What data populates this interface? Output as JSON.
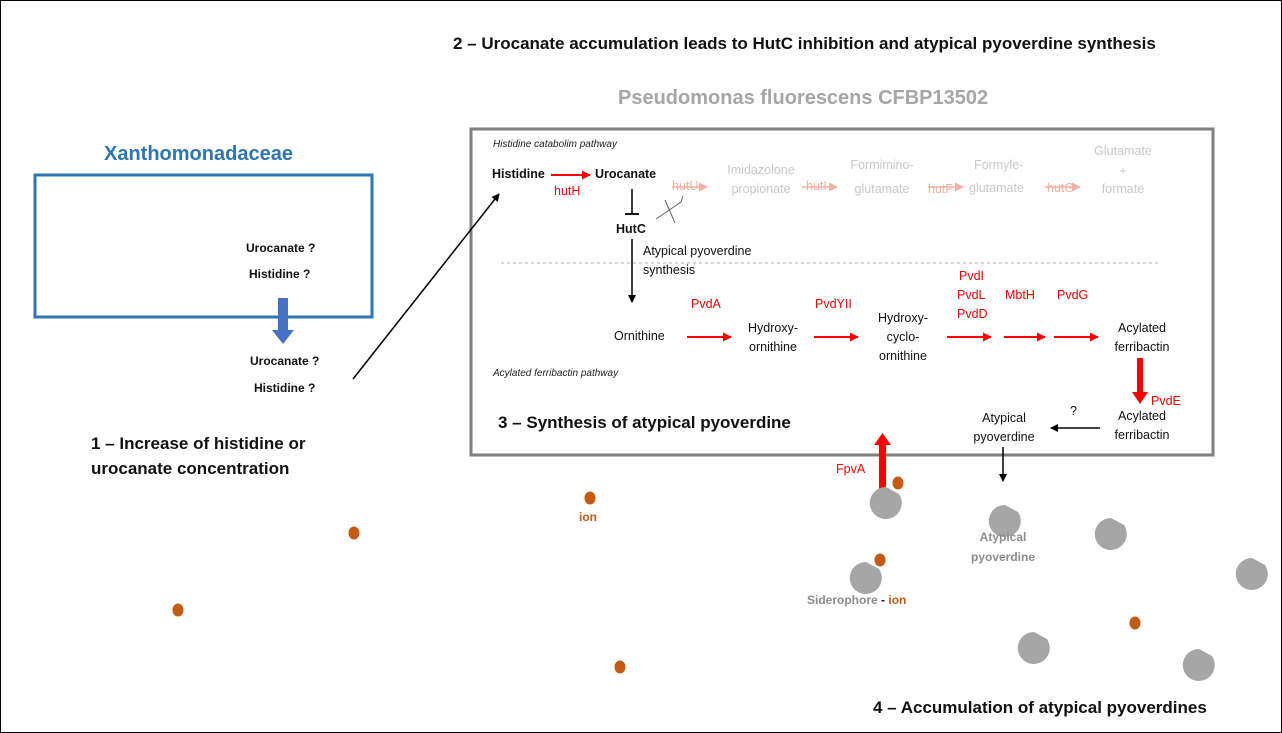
{
  "steps": {
    "step1_line1": "1 – Increase of histidine or",
    "step1_line2": "urocanate concentration",
    "step2": "2 – Urocanate accumulation leads to HutC inhibition and atypical pyoverdine synthesis",
    "step3": "3 – Synthesis of atypical pyoverdine",
    "step4": "4 – Accumulation of atypical pyoverdines"
  },
  "xanthomonadaceae": {
    "title": "Xanthomonadaceae",
    "inside_urocanate": "Urocanate ?",
    "inside_histidine": "Histidine ?",
    "outside_urocanate": "Urocanate ?",
    "outside_histidine": "Histidine ?"
  },
  "pseudomonas": {
    "title": "Pseudomonas fluorescens CFBP13502",
    "histidine_pathway_label": "Histidine catabolim pathway",
    "ferribactin_pathway_label": "Acylated ferribactin pathway"
  },
  "histidine_pathway": {
    "histidine": "Histidine",
    "hutH": "hutH",
    "urocanate": "Urocanate",
    "hutU": "hutU",
    "imidazolone_1": "Imidazolone",
    "imidazolone_2": "propionate",
    "hutI": "hutI",
    "formimino_1": "Formimino-",
    "formimino_2": "glutamate",
    "hutF": "hutF",
    "formyle_1": "Formyle-",
    "formyle_2": "glutamate",
    "hutG": "hutG",
    "glutamate_1": "Glutamate",
    "glutamate_2": "+",
    "glutamate_3": "formate",
    "hutC": "HutC",
    "atypical_synthesis_1": "Atypical pyoverdine",
    "atypical_synthesis_2": "synthesis"
  },
  "ferribactin_pathway": {
    "ornithine": "Ornithine",
    "pvdA": "PvdA",
    "hydroxy_ornithine_1": "Hydroxy-",
    "hydroxy_ornithine_2": "ornithine",
    "pvdYII": "PvdYII",
    "hydroxy_cyclo_1": "Hydroxy-",
    "hydroxy_cyclo_2": "cyclo-",
    "hydroxy_cyclo_3": "ornithine",
    "pvdI": "PvdI",
    "pvdL": "PvdL",
    "pvdD": "PvdD",
    "mbtH": "MbtH",
    "pvdG": "PvdG",
    "acylated_ferribactin_1": "Acylated",
    "acylated_ferribactin_2": "ferribactin",
    "pvdE": "PvdE",
    "acylated_ferribactin_out_1": "Acylated",
    "acylated_ferribactin_out_2": "ferribactin",
    "question": "?",
    "atypical_pyoverdine_1": "Atypical",
    "atypical_pyoverdine_2": "pyoverdine"
  },
  "extracellular": {
    "fpvA": "FpvA",
    "ion": "ion",
    "atypical_pyoverdine_1": "Atypical",
    "atypical_pyoverdine_2": "pyoverdine",
    "siderophore": "Siderophore",
    "dash": "-",
    "siderophore_ion": "ion"
  },
  "colors": {
    "xanthomonadaceae": "#2e75b6",
    "enzyme": "#ff0000",
    "enzyme_faded": "#f4b0a2",
    "ion": "#c55a11",
    "siderophore": "#a6a6a6",
    "faded_text": "#c8c8c8"
  }
}
